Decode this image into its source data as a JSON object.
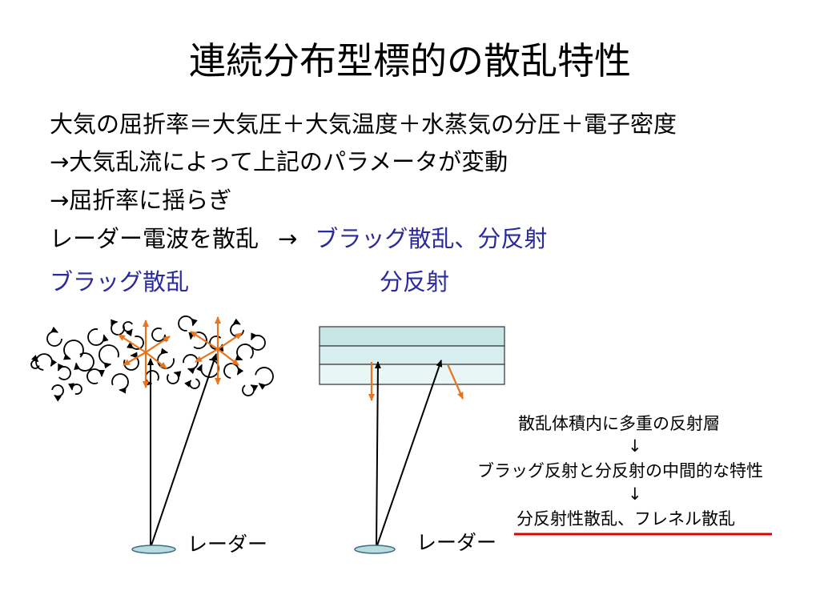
{
  "slide": {
    "title": "連続分布型標的の散乱特性",
    "lines": [
      "大気の屈折率＝大気圧＋大気温度＋水蒸気の分圧＋電子密度",
      "→大気乱流によって上記のパラメータが変動",
      "→屈折率に揺らぎ"
    ],
    "line4_prefix": "レーダー電波を散乱",
    "line4_arrow": "→",
    "line4_emph": "ブラッグ散乱、分反射",
    "bragg_heading": "ブラッグ散乱",
    "partial_heading": "分反射"
  },
  "diagram": {
    "radar_label_left": "レーダー",
    "radar_label_right": "レーダー",
    "note_line1": "散乱体積内に多重の反射層",
    "note_arrow1": "↓",
    "note_line2": "ブラッグ反射と分反射の中間的な特性",
    "note_arrow2": "↓",
    "note_line3": "分反射性散乱、フレネル散乱",
    "colors": {
      "orange_arrow": "#e8741e",
      "black_arrow": "#000000",
      "layer_fill": "#e2f2f2",
      "layer_top_fill": "#c8e6e6",
      "antenna_fill": "#b8dcdc",
      "underline_red": "#e00000",
      "emphasis_blue": "#2a2a9e"
    }
  }
}
